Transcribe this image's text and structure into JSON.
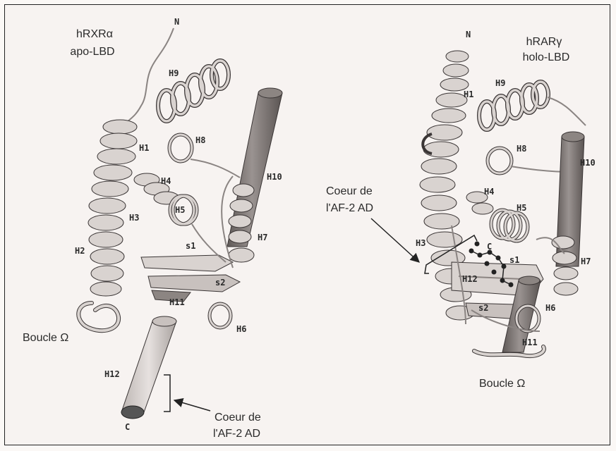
{
  "colors": {
    "ribbon": "#d9d3d0",
    "ribbon_dark": "#8c8582",
    "cylinder_dark": "#6d6765",
    "outline": "#3a3535"
  },
  "left": {
    "title_line1": "hRXRα",
    "title_line2": "apo-LBD",
    "labels": {
      "N": "N",
      "C": "C",
      "H1": "H1",
      "H2": "H2",
      "H3": "H3",
      "H4": "H4",
      "H5": "H5",
      "H6": "H6",
      "H7": "H7",
      "H8": "H8",
      "H9": "H9",
      "H10": "H10",
      "H11": "H11",
      "H12": "H12",
      "s1": "s1",
      "s2": "s2"
    },
    "loop_label": "Boucle Ω",
    "core_line1": "Coeur de",
    "core_line2": "l'AF-2 AD"
  },
  "right": {
    "title_line1": "hRARγ",
    "title_line2": "holo-LBD",
    "labels": {
      "N": "N",
      "C": "C",
      "H1": "H1",
      "H3": "H3",
      "H4": "H4",
      "H5": "H5",
      "H6": "H6",
      "H7": "H7",
      "H8": "H8",
      "H9": "H9",
      "H10": "H10",
      "H11": "H11",
      "H12": "H12",
      "s1": "s1",
      "s2": "s2"
    },
    "loop_label": "Boucle Ω",
    "core_line1": "Coeur de",
    "core_line2": "l'AF-2 AD"
  }
}
